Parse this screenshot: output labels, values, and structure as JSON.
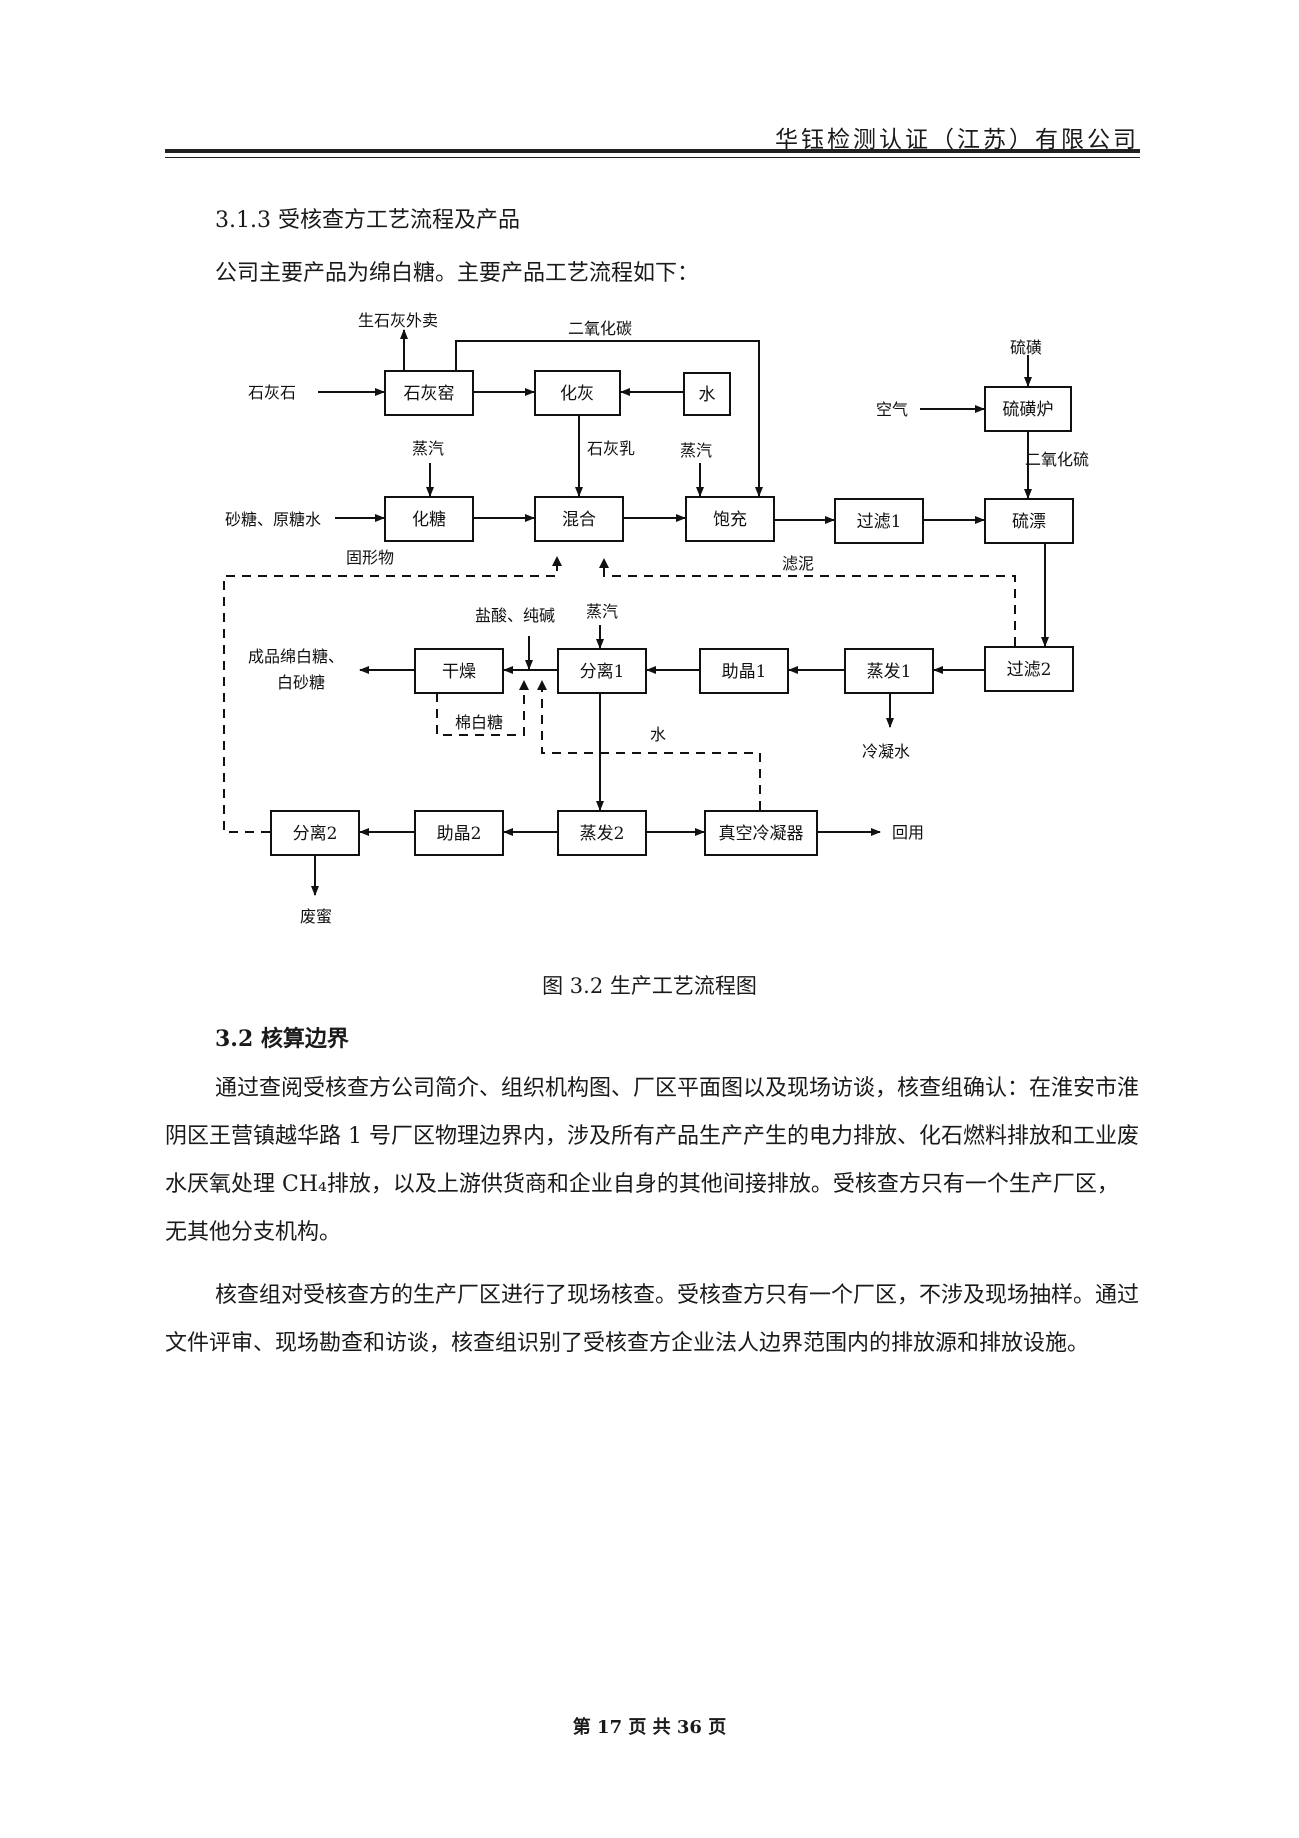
{
  "header": {
    "company": "华钰检测认证（江苏）有限公司"
  },
  "section": {
    "title": "3.1.3 受核查方工艺流程及产品",
    "intro": "公司主要产品为绵白糖。主要产品工艺流程如下："
  },
  "flowchart": {
    "boxes": {
      "limekiln": "石灰窑",
      "slaking": "化灰",
      "water": "水",
      "sulfur_furnace": "硫磺炉",
      "melt_sugar": "化糖",
      "mixing": "混合",
      "carbonation": "饱充",
      "filter1": "过滤1",
      "sulfitation": "硫漂",
      "drying": "干燥",
      "centrifuge1": "分离1",
      "crystal1": "助晶1",
      "evap1": "蒸发1",
      "filter2": "过滤2",
      "centrifuge2": "分离2",
      "crystal2": "助晶2",
      "evap2": "蒸发2",
      "vacuum_condenser": "真空冷凝器"
    },
    "labels": {
      "quicklime_sold": "生石灰外卖",
      "co2": "二氧化碳",
      "sulfur": "硫磺",
      "limestone": "石灰石",
      "air": "空气",
      "steam1": "蒸汽",
      "lime_milk": "石灰乳",
      "steam2": "蒸汽",
      "so2": "二氧化硫",
      "raw_sugar": "砂糖、原糖水",
      "solids": "固形物",
      "mud": "滤泥",
      "acid_soda": "盐酸、纯碱",
      "steam3": "蒸汽",
      "product_line1": "成品绵白糖、",
      "product_line2": "白砂糖",
      "soft_sugar": "棉白糖",
      "water_label": "水",
      "condensate": "冷凝水",
      "reuse": "回用",
      "molasses": "废蜜"
    }
  },
  "caption": "图 3.2 生产工艺流程图",
  "section2": {
    "title": "3.2 核算边界",
    "p1": "通过查阅受核查方公司简介、组织机构图、厂区平面图以及现场访谈，核查组确认：在淮安市淮阴区王营镇越华路 1 号厂区物理边界内，涉及所有产品生产产生的电力排放、化石燃料排放和工业废水厌氧处理 CH₄排放，以及上游供货商和企业自身的其他间接排放。受核查方只有一个生产厂区，无其他分支机构。",
    "p2": "核查组对受核查方的生产厂区进行了现场核查。受核查方只有一个厂区，不涉及现场抽样。通过文件评审、现场勘查和访谈，核查组识别了受核查方企业法人边界范围内的排放源和排放设施。"
  },
  "footer": {
    "page": "第 17 页 共 36 页"
  }
}
